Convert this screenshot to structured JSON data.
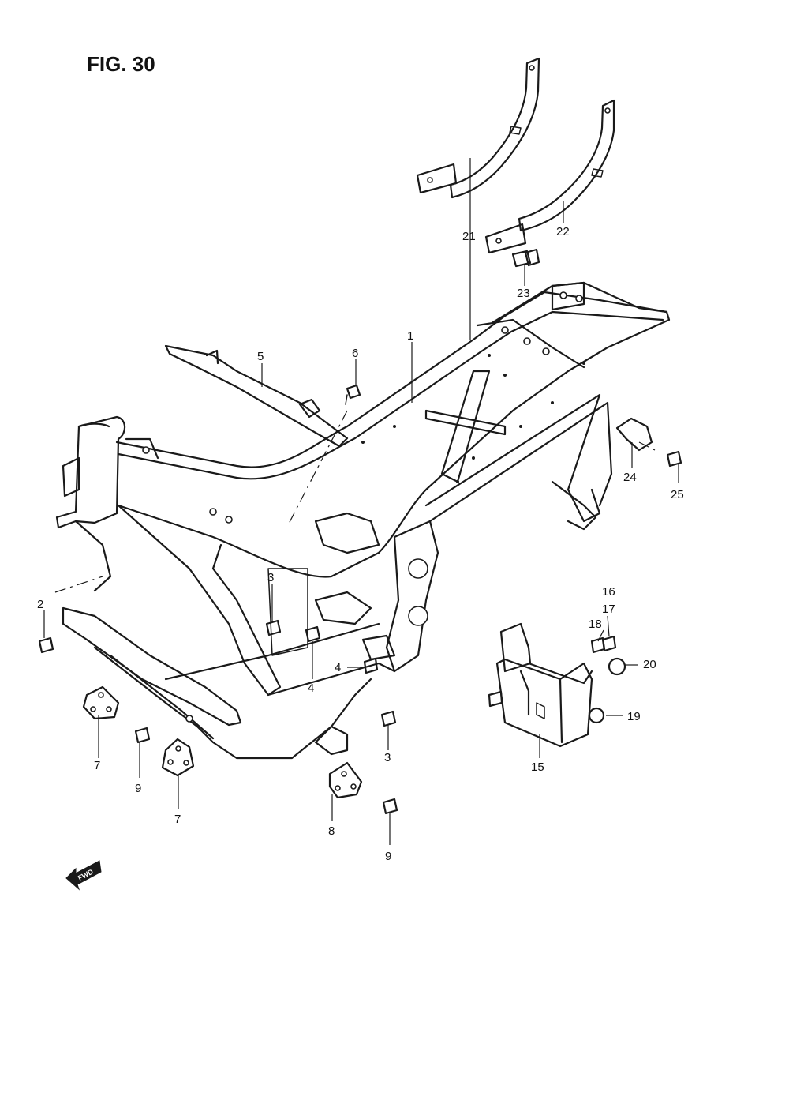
{
  "figure": {
    "title": "FIG. 30"
  },
  "callouts": {
    "c1": "1",
    "c2": "2",
    "c3a": "3",
    "c3b": "3",
    "c4a": "4",
    "c4b": "4",
    "c5": "5",
    "c6": "6",
    "c7a": "7",
    "c7b": "7",
    "c8": "8",
    "c9a": "9",
    "c9b": "9",
    "c15": "15",
    "c16": "16",
    "c17": "17",
    "c18": "18",
    "c19": "19",
    "c20": "20",
    "c21": "21",
    "c22": "22",
    "c23": "23",
    "c24": "24",
    "c25": "25"
  },
  "direction_marker": {
    "label": "FWD",
    "icon": "forward-arrow-icon"
  },
  "colors": {
    "ink": "#1a1a1a",
    "paper": "#ffffff"
  }
}
